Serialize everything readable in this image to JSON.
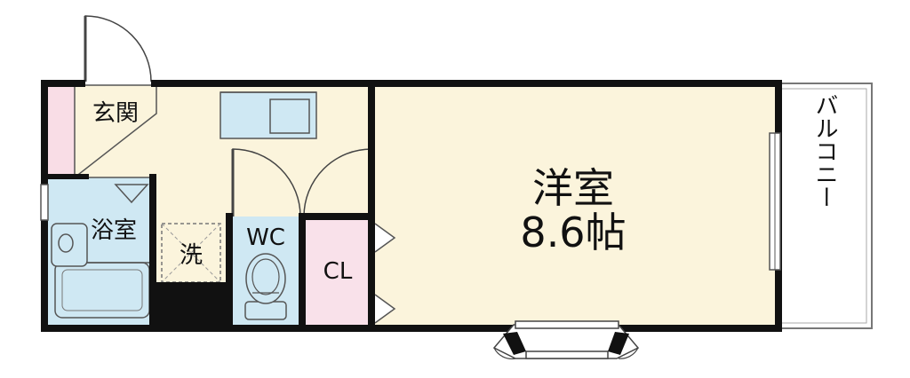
{
  "floorplan": {
    "rooms": {
      "genkan": "玄関",
      "bath": "浴室",
      "wash": "洗",
      "wc": "WC",
      "closet": "CL",
      "western_room": "洋室",
      "western_room_size": "8.6帖",
      "balcony": "バルコニー"
    },
    "colors": {
      "wall": "#111111",
      "floor": "#fbf4dc",
      "wet_area": "#cfe8f3",
      "closet": "#f9e1ea",
      "genkan_strip": "#f9dde6",
      "balcony": "#ffffff"
    }
  }
}
